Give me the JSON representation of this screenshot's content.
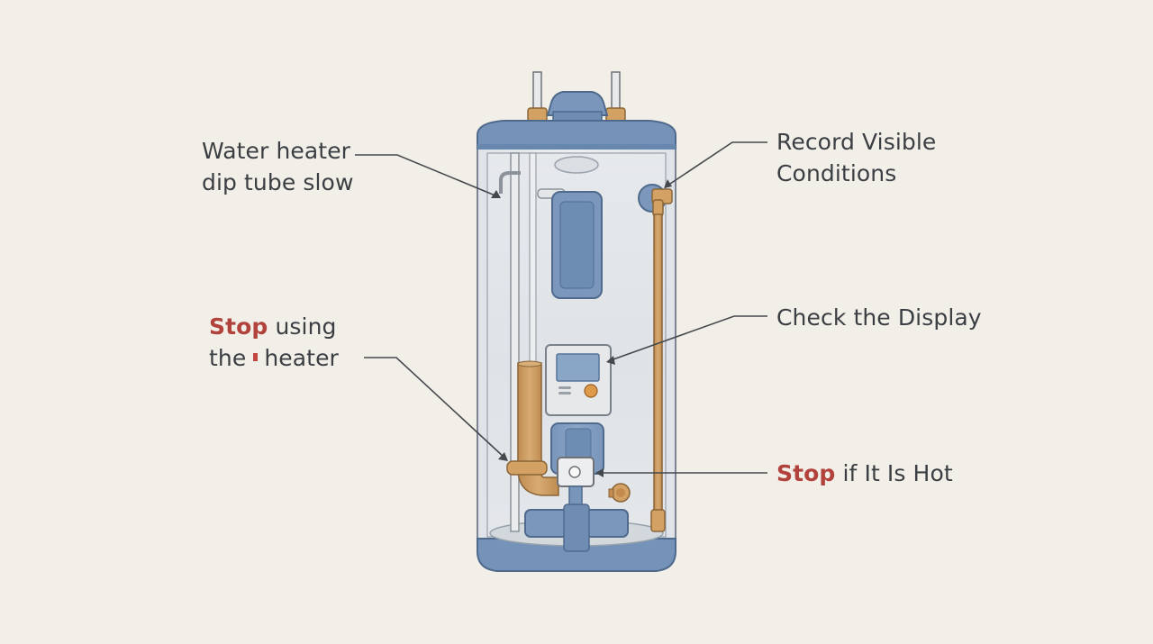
{
  "callouts": {
    "dip_tube": {
      "line1": "Water heater",
      "line2": "dip tube slow"
    },
    "stop_using": {
      "stop_word": "Stop",
      "line1_rest": " using",
      "line2_a": "the",
      "line2_b": "heater"
    },
    "record": {
      "line1": "Record Visible",
      "line2": "Conditions"
    },
    "display": {
      "text": "Check the Display"
    },
    "stop_hot": {
      "stop_word": "Stop",
      "rest": " if It Is Hot"
    }
  },
  "colors": {
    "background": "#f1efe8",
    "tank_blue": "#6d8db3",
    "copper": "#c99a5e",
    "text": "#3b3e42",
    "warning_red": "#b2423c"
  }
}
